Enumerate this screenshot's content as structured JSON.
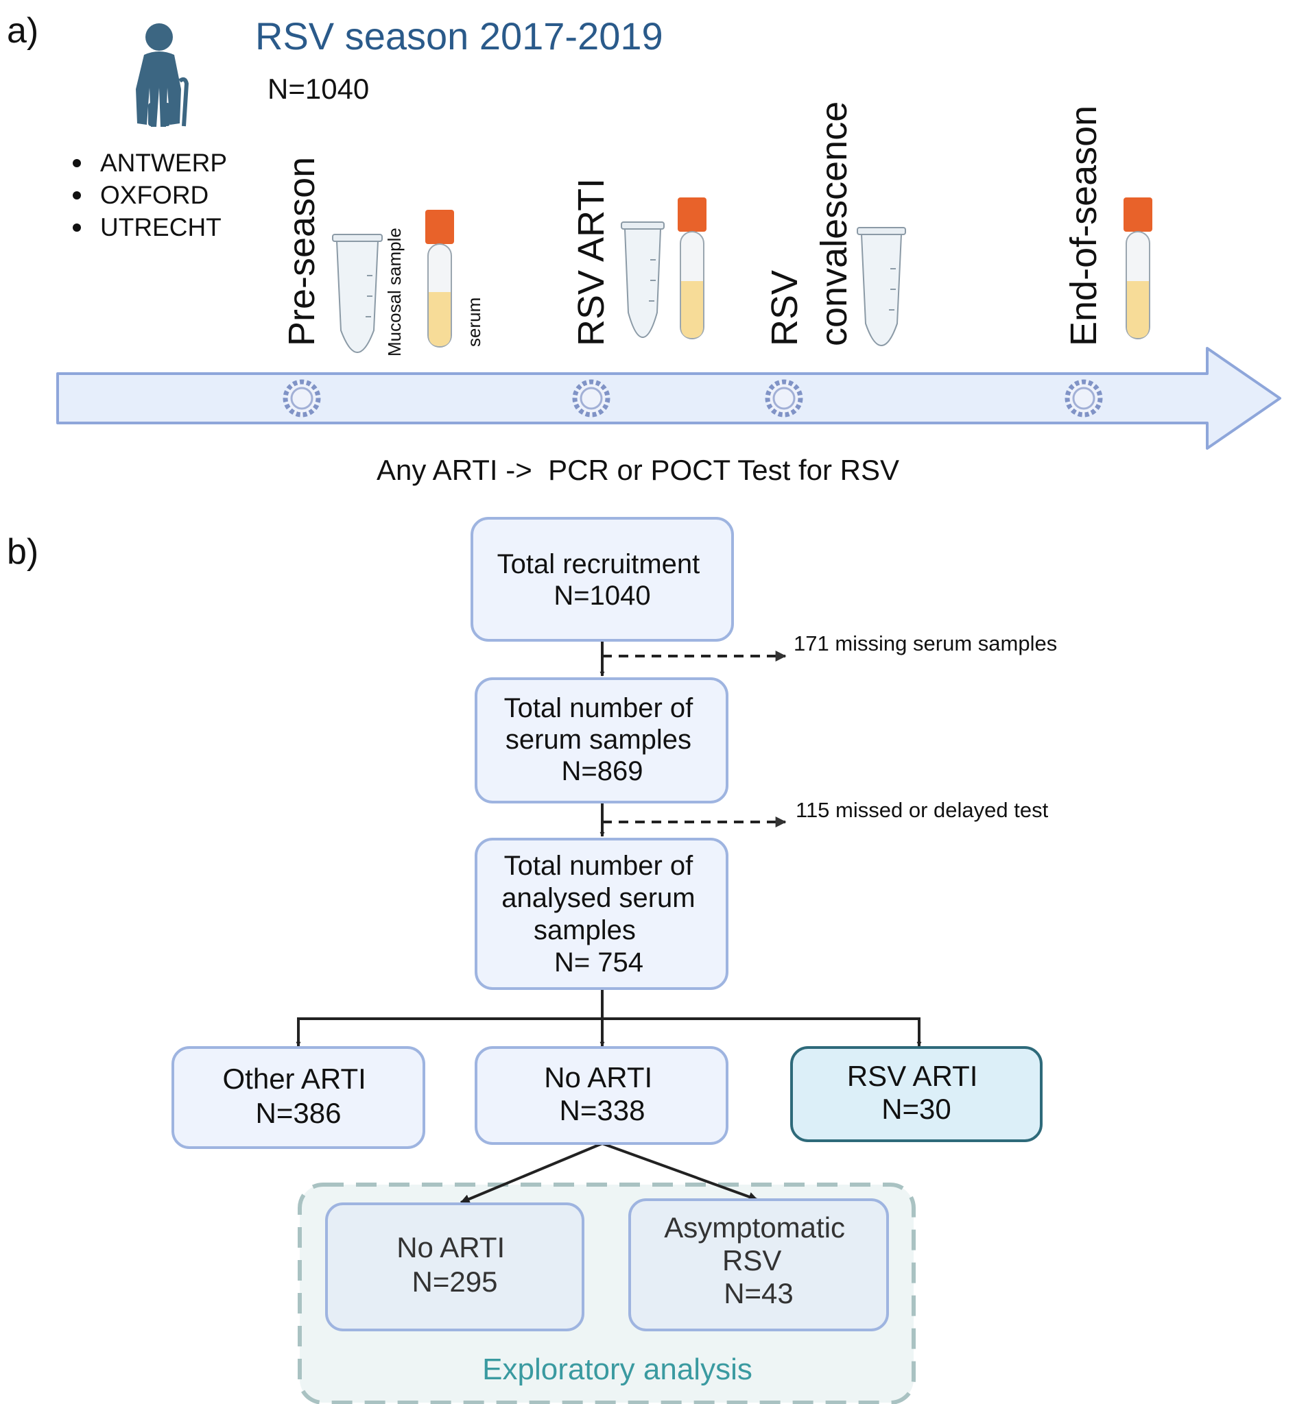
{
  "panel_a": {
    "label": "a)",
    "title": "RSV season 2017-2019",
    "count": "N=1040",
    "sites": [
      "ANTWERP",
      "OXFORD",
      "UTRECHT"
    ],
    "stages": [
      "Pre-season",
      "RSV ARTI",
      "RSV",
      "convalescence",
      "End-of-season"
    ],
    "sample_labels": {
      "mucosal": "Mucosal sample",
      "serum": "serum"
    },
    "timeline_caption": "Any ARTI ->  PCR or POCT Test for RSV",
    "colors": {
      "title": "#2a5a8a",
      "person": "#3c6682",
      "arrow_fill": "#e6eefb",
      "arrow_stroke": "#8ea6da",
      "virus": "#8093c6",
      "cap": "#e8622a",
      "serum": "#f7dc98"
    }
  },
  "panel_b": {
    "label": "b)",
    "boxes": {
      "total_recruitment": [
        "Total recruitment",
        "N=1040"
      ],
      "serum_samples": [
        "Total number of",
        "serum samples",
        "N=869"
      ],
      "analysed_samples": [
        "Total number of",
        "analysed serum",
        "samples",
        "N= 754"
      ],
      "other_arti": [
        "Other ARTI",
        "N=386"
      ],
      "no_arti": [
        "No ARTI",
        "N=338"
      ],
      "rsv_arti": [
        "RSV ARTI",
        "N=30"
      ],
      "no_arti_sub": [
        "No ARTI",
        "N=295"
      ],
      "asymptomatic_rsv": [
        "Asymptomatic",
        "RSV",
        "N=43"
      ]
    },
    "exclusions": {
      "missing_serum": "171 missing serum samples",
      "missed_test": "115 missed or delayed test"
    },
    "exploratory_label": "Exploratory analysis",
    "colors": {
      "box_fill": "#eef3fd",
      "box_stroke": "#9eb4e0",
      "rsv_fill": "#dceff8",
      "rsv_stroke": "#2e6a7a",
      "explore_fill": "#eef5f5",
      "explore_stroke": "#a9c2c2",
      "explore_text": "#3a9aa0"
    }
  }
}
